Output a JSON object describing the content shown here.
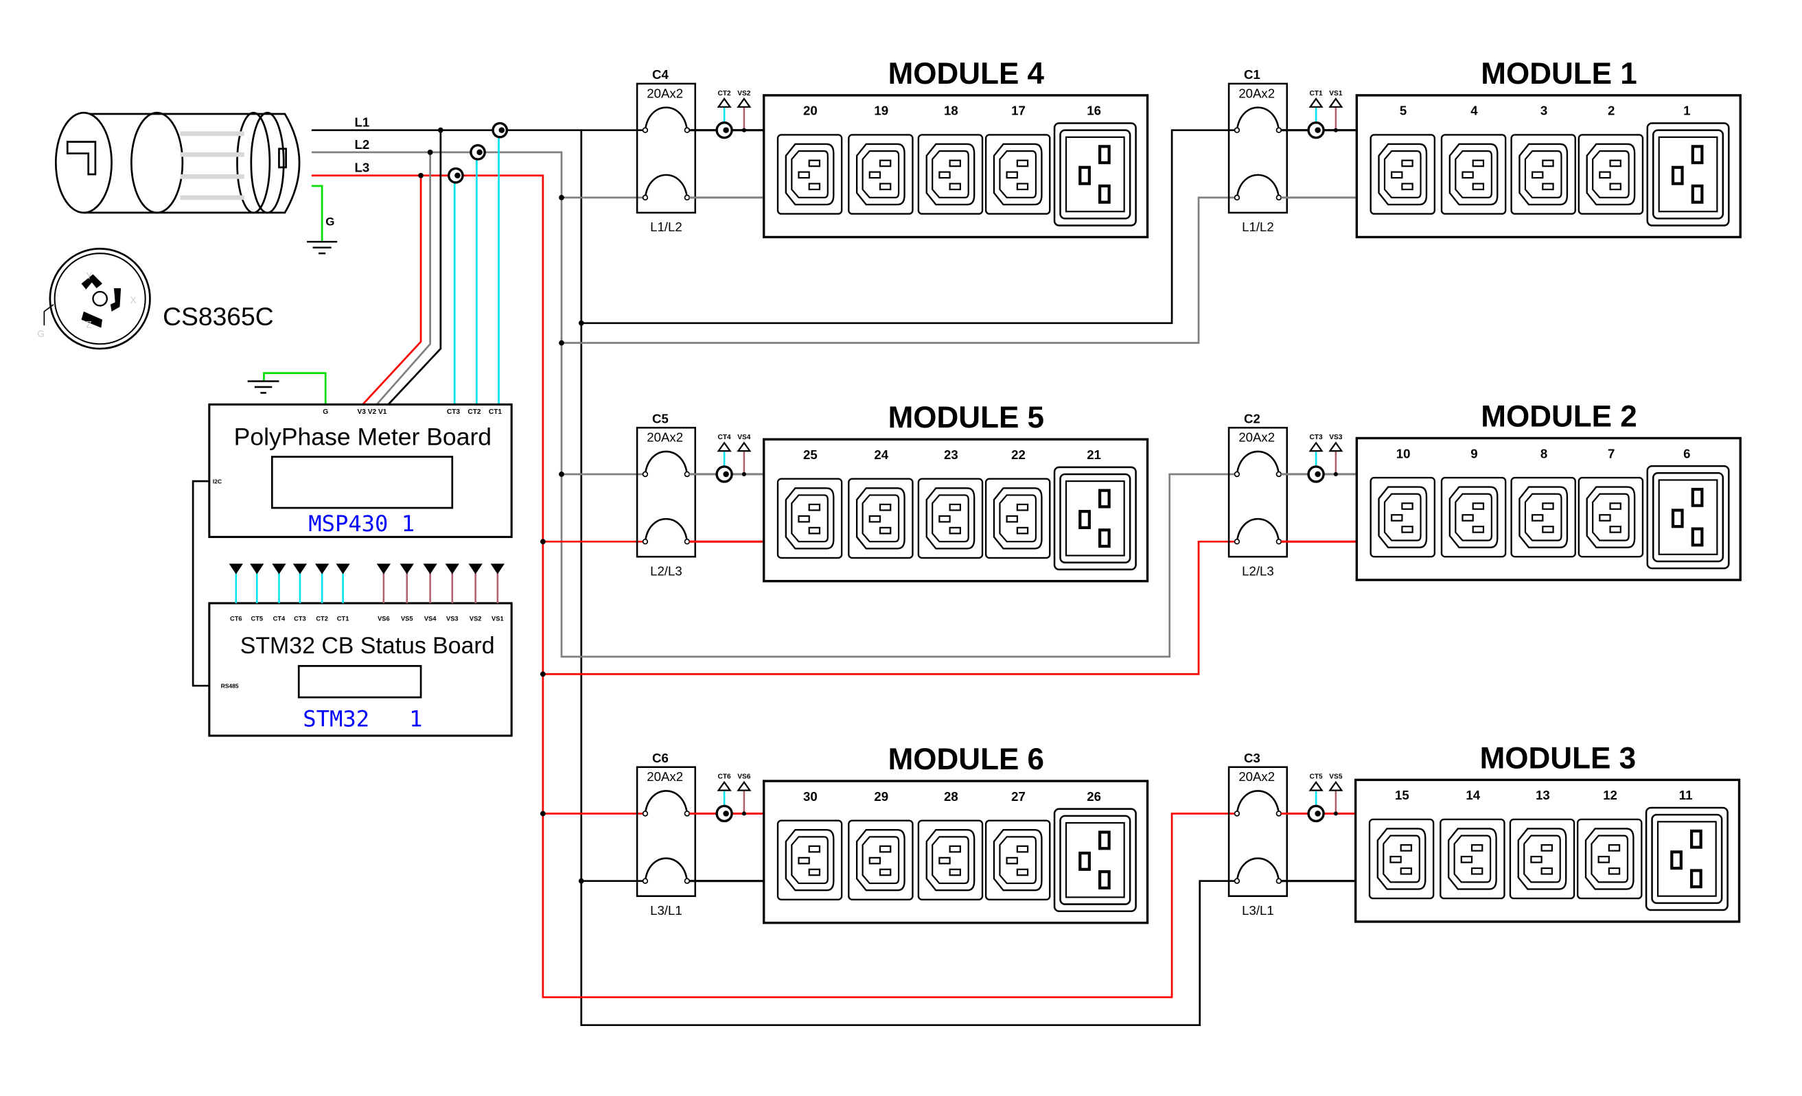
{
  "colors": {
    "line_l1": "#000000",
    "line_l2": "#808080",
    "line_l3": "#ff0000",
    "ground": "#00dd00",
    "ct": "#00e5ee",
    "vs": "#b0606e",
    "mcu_text": "#0000ff"
  },
  "plug": {
    "lines": [
      "L1",
      "L2",
      "L3"
    ],
    "ground_label": "G",
    "model": "CS8365C",
    "receptacle_letters": [
      "Y",
      "X",
      "Z",
      "G"
    ]
  },
  "polyphase_board": {
    "title": "PolyPhase Meter Board",
    "mcu": "MSP430 1",
    "pins": {
      "g": "G",
      "v": "V3 V2 V1",
      "ct3": "CT3",
      "ct2": "CT2",
      "ct1": "CT1",
      "bus": "I2C"
    }
  },
  "status_board": {
    "title": "STM32 CB Status Board",
    "mcu": "STM32   1",
    "bus": "RS485",
    "ct_pins": [
      "CT6",
      "CT5",
      "CT4",
      "CT3",
      "CT2",
      "CT1"
    ],
    "vs_pins": [
      "VS6",
      "VS5",
      "VS4",
      "VS3",
      "VS2",
      "VS1"
    ]
  },
  "modules": [
    {
      "title": "MODULE 4",
      "outlets": [
        "20",
        "19",
        "18",
        "17",
        "16"
      ],
      "breaker": {
        "name": "C4",
        "rating": "20Ax2",
        "phase": "L1/L2"
      },
      "ct": "CT2",
      "vs": "VS2"
    },
    {
      "title": "MODULE 1",
      "outlets": [
        "5",
        "4",
        "3",
        "2",
        "1"
      ],
      "breaker": {
        "name": "C1",
        "rating": "20Ax2",
        "phase": "L1/L2"
      },
      "ct": "CT1",
      "vs": "VS1"
    },
    {
      "title": "MODULE 5",
      "outlets": [
        "25",
        "24",
        "23",
        "22",
        "21"
      ],
      "breaker": {
        "name": "C5",
        "rating": "20Ax2",
        "phase": "L2/L3"
      },
      "ct": "CT4",
      "vs": "VS4"
    },
    {
      "title": "MODULE 2",
      "outlets": [
        "10",
        "9",
        "8",
        "7",
        "6"
      ],
      "breaker": {
        "name": "C2",
        "rating": "20Ax2",
        "phase": "L2/L3"
      },
      "ct": "CT3",
      "vs": "VS3"
    },
    {
      "title": "MODULE 6",
      "outlets": [
        "30",
        "29",
        "28",
        "27",
        "26"
      ],
      "breaker": {
        "name": "C6",
        "rating": "20Ax2",
        "phase": "L3/L1"
      },
      "ct": "CT6",
      "vs": "VS6"
    },
    {
      "title": "MODULE 3",
      "outlets": [
        "15",
        "14",
        "13",
        "12",
        "11"
      ],
      "breaker": {
        "name": "C3",
        "rating": "20Ax2",
        "phase": "L3/L1"
      },
      "ct": "CT5",
      "vs": "VS5"
    }
  ]
}
